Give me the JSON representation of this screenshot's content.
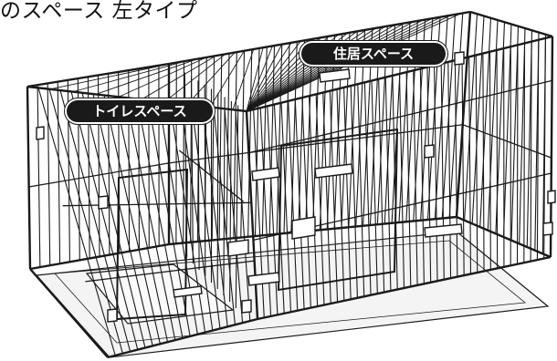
{
  "header": {
    "text": "のスペース 左タイプ"
  },
  "labels": {
    "living_space": "住居スペース",
    "toilet_space": "トイレスペース"
  },
  "colors": {
    "line": "#1a1a1a",
    "label_background": "#1a1a1a",
    "label_text": "#ffffff",
    "tray": "#f4f4f4"
  }
}
